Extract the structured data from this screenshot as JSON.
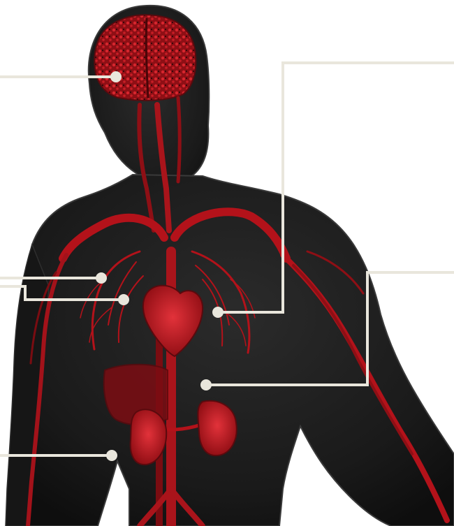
{
  "figure": {
    "subject": "human-circulatory-system",
    "colors": {
      "background": "#ffffff",
      "body": "#1c1c1c",
      "body_edge": "#3a3a3a",
      "vessel": "#b3121a",
      "vessel_dark": "#6e0a0f",
      "organ": "#d01a22",
      "leader_line": "#e9e6dc"
    },
    "callouts": [
      {
        "id": "callout-brain",
        "target": "brain"
      },
      {
        "id": "callout-lung-upper",
        "target": "right-lung-vessels"
      },
      {
        "id": "callout-lung-lower",
        "target": "pulmonary-vessels"
      },
      {
        "id": "callout-kidney-left",
        "target": "kidney-region"
      },
      {
        "id": "callout-heart",
        "target": "left-lung-vessels"
      },
      {
        "id": "callout-aorta",
        "target": "abdominal-aorta"
      }
    ]
  }
}
